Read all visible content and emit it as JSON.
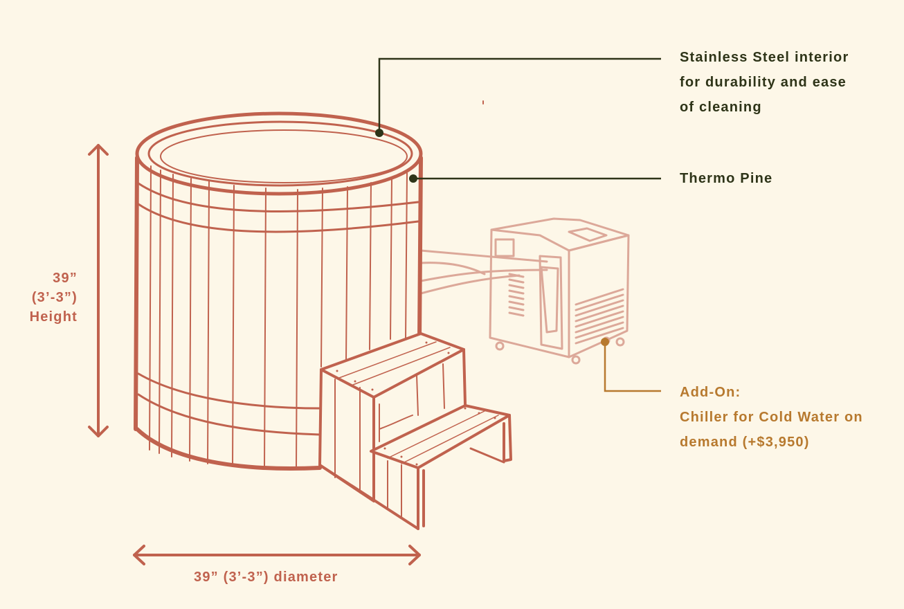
{
  "colors": {
    "background": "#FDF7E8",
    "tub_stroke": "#C0624E",
    "chiller_stroke": "#DCA899",
    "callout_dark": "#2E3418",
    "callout_gold": "#B7792E",
    "dimension": "#C0624E"
  },
  "callouts": {
    "stainless": {
      "lines": [
        "Stainless Steel interior",
        "for durability and ease",
        "of cleaning"
      ]
    },
    "pine": {
      "lines": [
        "Thermo Pine"
      ]
    },
    "chiller": {
      "lines": [
        "Add-On:",
        "Chiller for Cold Water on",
        "demand (+$3,950)"
      ]
    }
  },
  "dimensions": {
    "height": {
      "lines": [
        "39”",
        "(3’-3”)",
        "Height"
      ]
    },
    "diameter": {
      "label": "39” (3’-3”) diameter"
    }
  }
}
